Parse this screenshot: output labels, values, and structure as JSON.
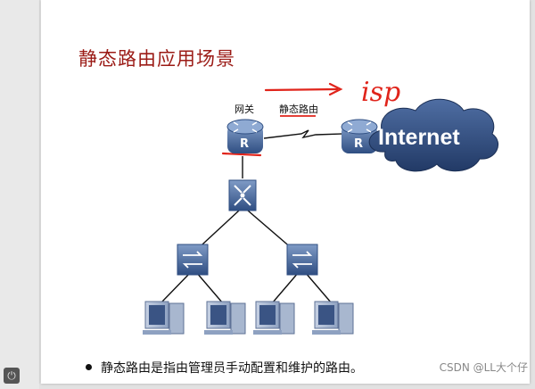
{
  "slide": {
    "title": "静态路由应用场景",
    "bullet": "静态路由是指由管理员手动配置和维护的路由。"
  },
  "diagram": {
    "gateway_label": "网关",
    "static_route_label": "静态路由",
    "router_letter": "R",
    "cloud_label": "Internet",
    "annotation_isp": "isp"
  },
  "watermark": "CSDN @LL大个仔",
  "colors": {
    "title": "#9b1b16",
    "annotation": "#e0241b",
    "cloud": "#2f4a7e",
    "device": "#3e5f93"
  },
  "icons": [
    "power-icon",
    "router-icon",
    "cloud-icon",
    "core-switch-icon",
    "switch-icon",
    "pc-icon"
  ]
}
